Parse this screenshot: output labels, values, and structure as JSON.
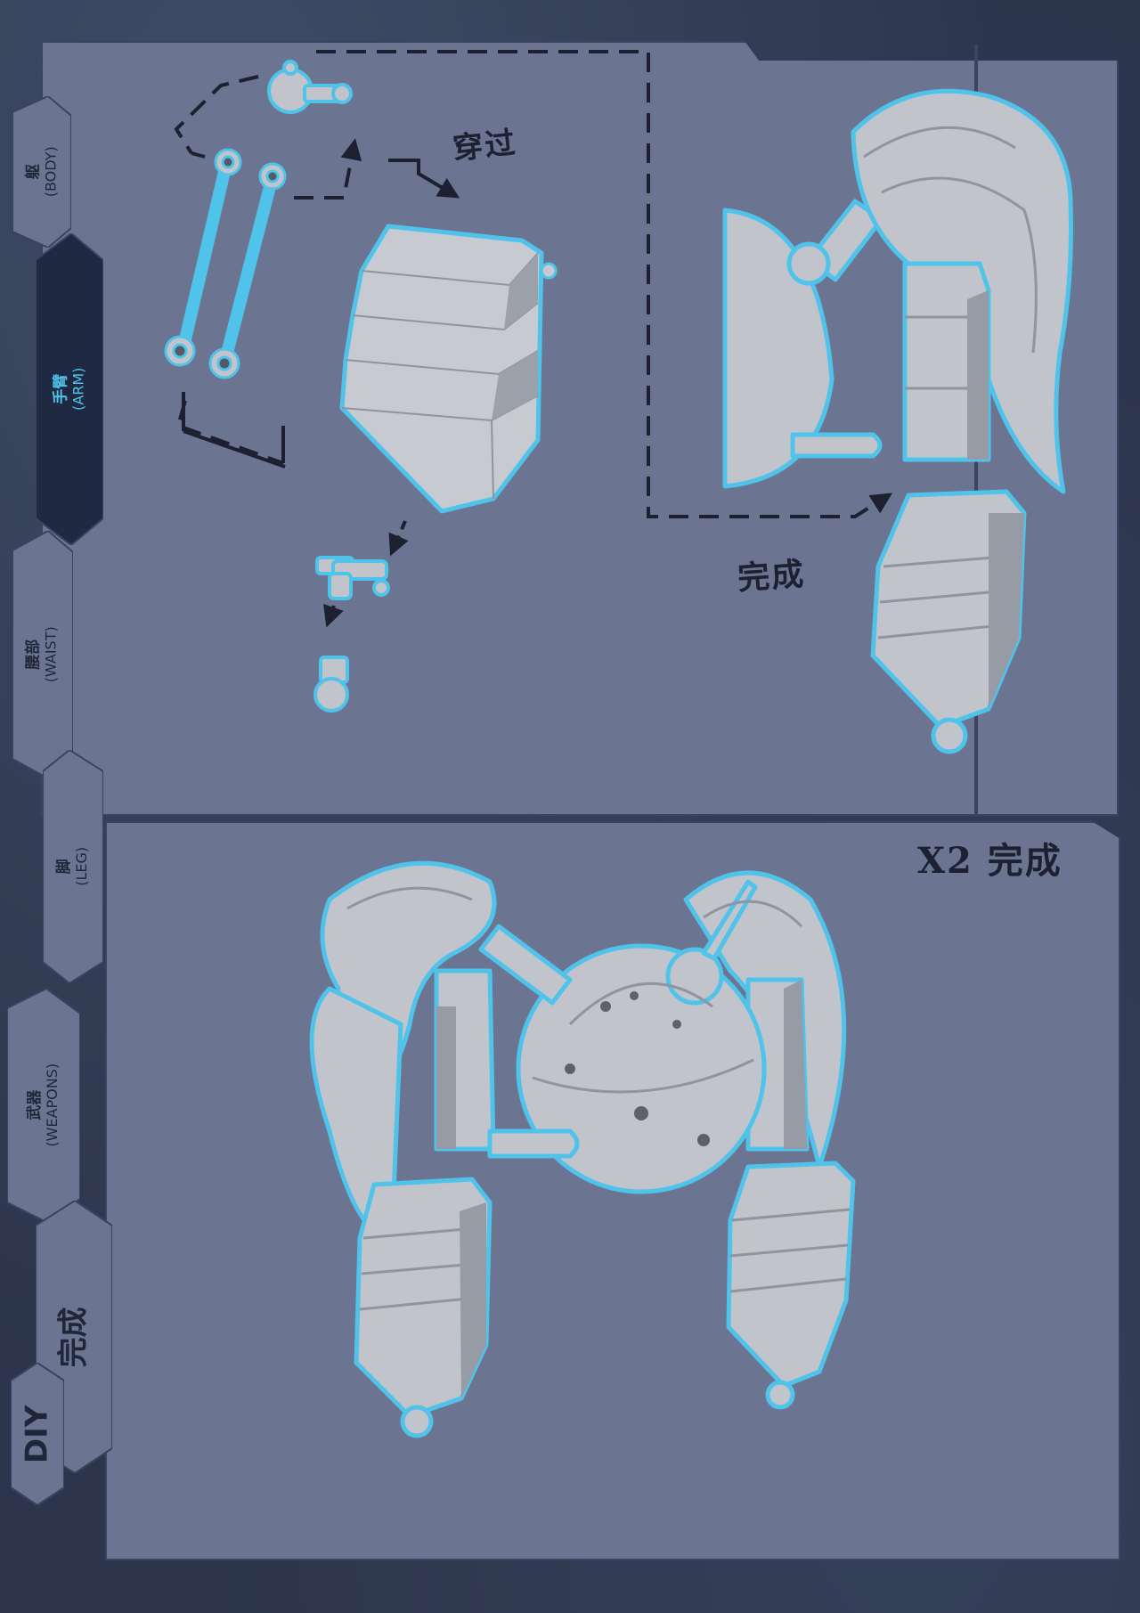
{
  "tabs": [
    {
      "id": "body",
      "zh": "躯",
      "en": "(BODY)",
      "active": false
    },
    {
      "id": "arm",
      "zh": "手臂",
      "en": "(ARM)",
      "active": true
    },
    {
      "id": "waist",
      "zh": "腰部",
      "en": "(WAIST)",
      "active": false
    },
    {
      "id": "leg",
      "zh": "脚",
      "en": "(LEG)",
      "active": false
    },
    {
      "id": "weapons",
      "zh": "武器",
      "en": "(WEAPONS)",
      "active": false
    }
  ],
  "tab_done": "完成",
  "tab_diy": "DIY",
  "annotations": {
    "pass_through": "穿过",
    "complete": "完成",
    "x2_complete": "X2 完成"
  },
  "colors": {
    "panel": "#6b7592",
    "accent": "#4fc3ea",
    "part": "#b9bcc2",
    "tab_dark": "#1f2638"
  }
}
